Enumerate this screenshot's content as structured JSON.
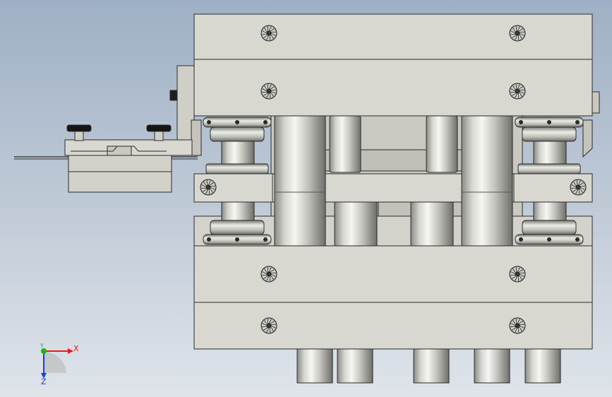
{
  "viewport": {
    "background_top": "#9eb0c5",
    "background_bottom": "#dfe4ea",
    "part_fill": "#d8d8d0",
    "edge_color": "#2a2a2a"
  },
  "triad": {
    "x_label": "X",
    "y_label": "Y",
    "z_label": "Z",
    "x_color": "#e02020",
    "y_color": "#20b020",
    "z_color": "#2040d0"
  },
  "icons": {
    "screw": "hex-socket-screw-icon"
  }
}
